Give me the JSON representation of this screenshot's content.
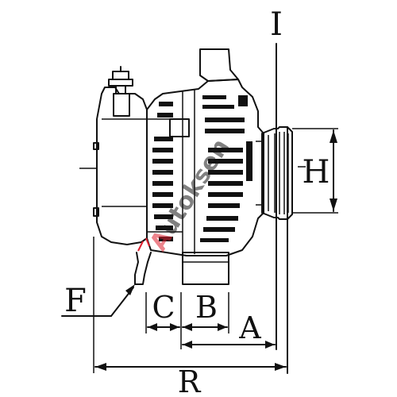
{
  "labels": {
    "I": "I",
    "H": "H",
    "F": "F",
    "C": "C",
    "B": "B",
    "A": "A",
    "R": "R"
  },
  "watermark": {
    "prefix": "A",
    "text": "utoksen"
  },
  "colors": {
    "line": "#111111",
    "background": "#ffffff",
    "accent": "#e02030"
  }
}
